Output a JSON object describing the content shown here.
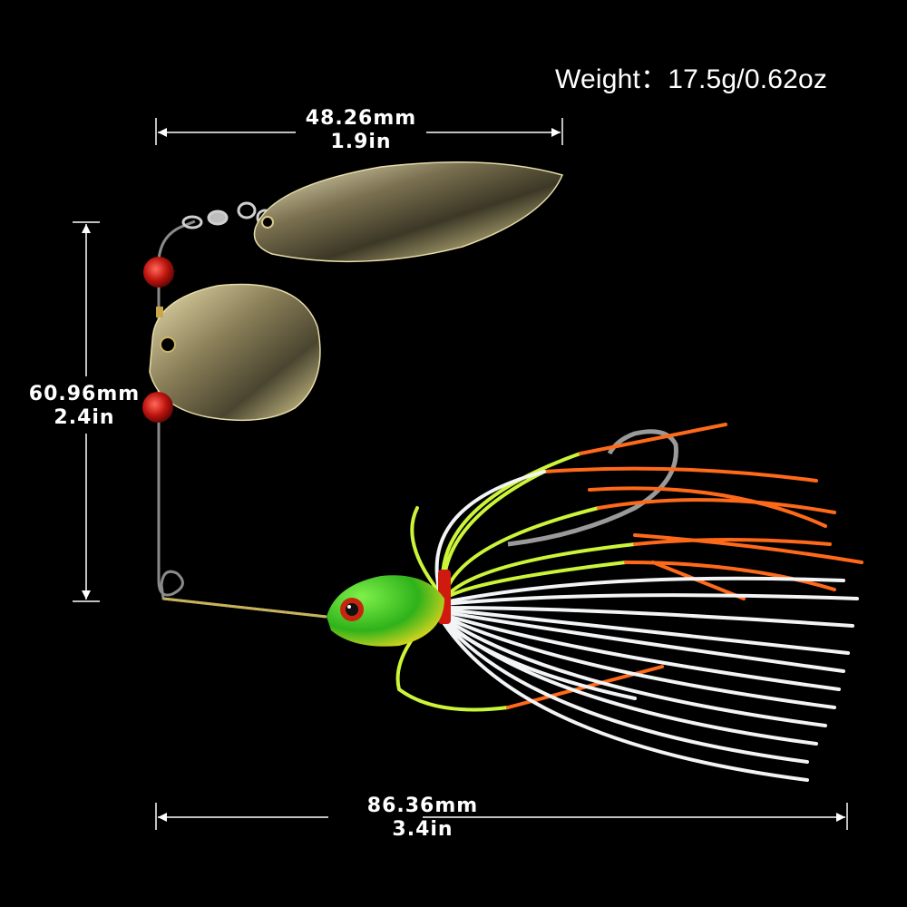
{
  "product": {
    "type": "spinnerbait fishing lure",
    "weight_label": "Weight：",
    "weight_value": "17.5g/0.62oz"
  },
  "dimensions": {
    "blade_length": {
      "mm": "48.26mm",
      "in": "1.9in"
    },
    "height": {
      "mm": "60.96mm",
      "in": "2.4in"
    },
    "total_length": {
      "mm": "86.36mm",
      "in": "3.4in"
    }
  },
  "colors": {
    "background": "#000000",
    "blade_gold": "#d8c98a",
    "bead_red": "#c0150f",
    "head_green": "#39c41a",
    "head_yellow": "#e8d820",
    "skirt_chartreuse": "#ccf53a",
    "skirt_orange": "#ff6a1a",
    "skirt_white": "#f2f4f6",
    "wire": "#8a8a8a",
    "text": "#ffffff"
  }
}
